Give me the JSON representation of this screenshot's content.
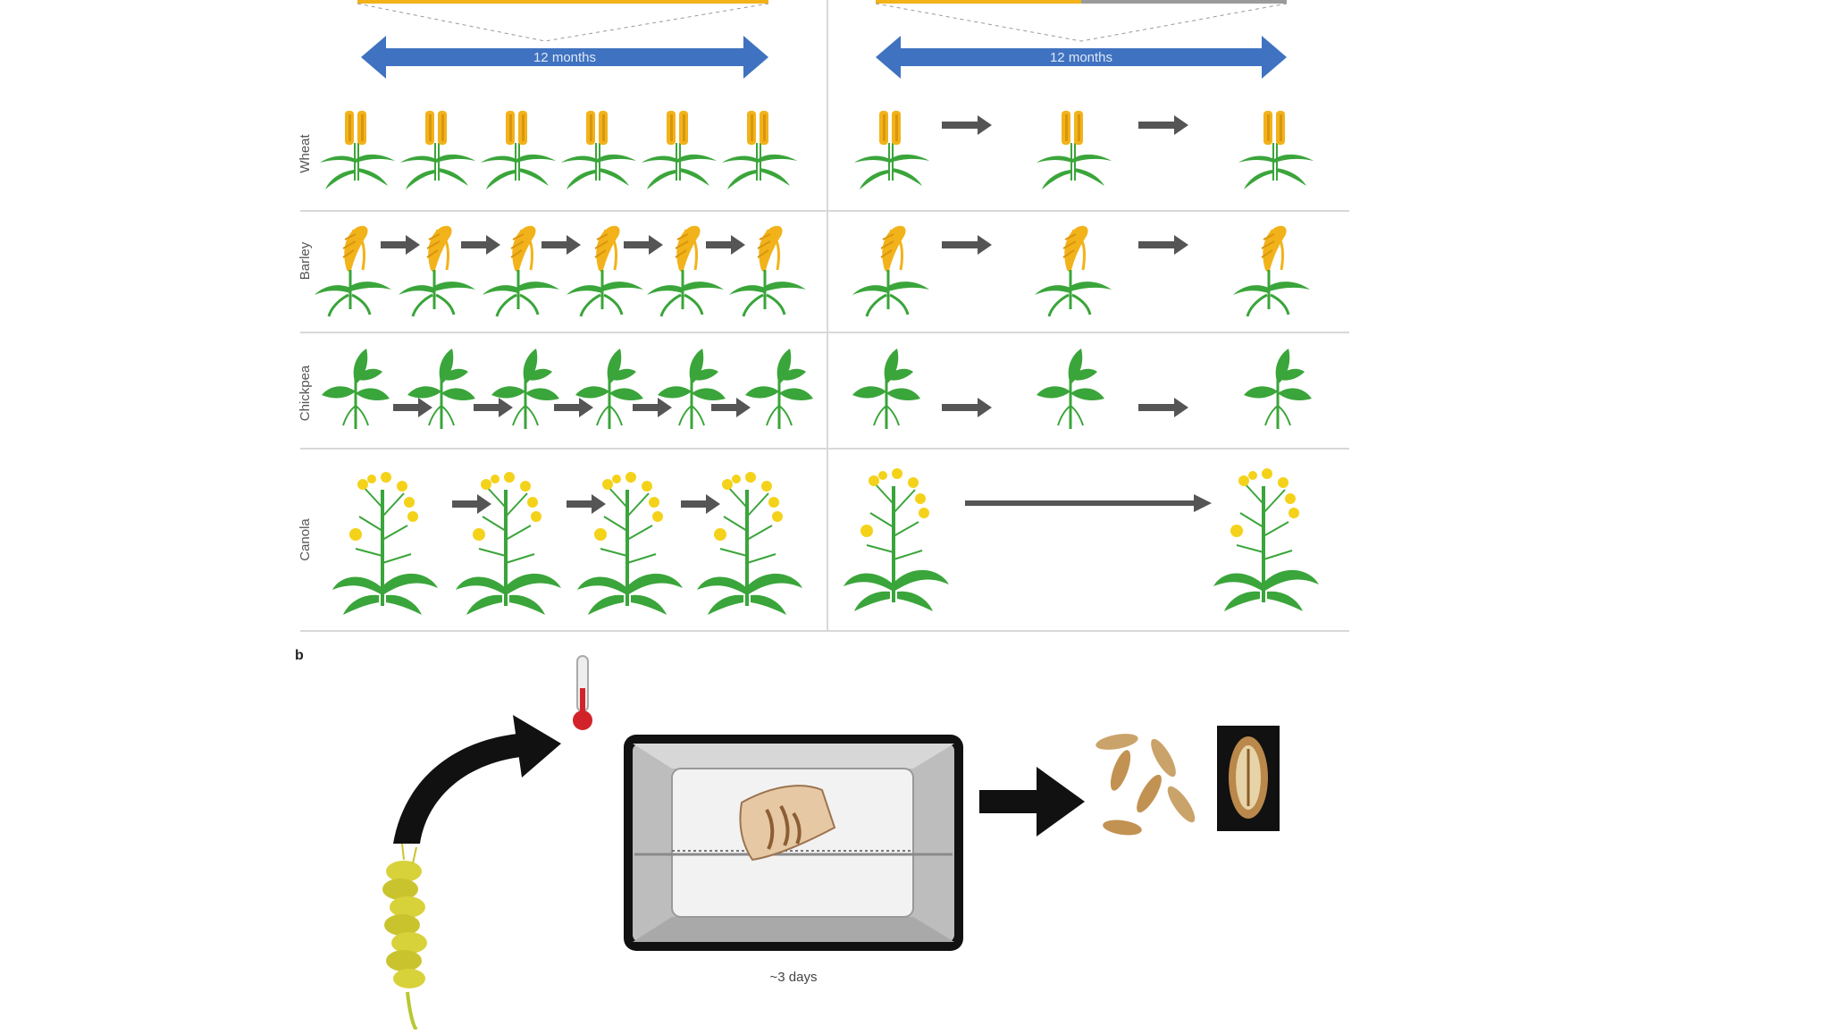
{
  "panel_a": {
    "duration_left": "12 months",
    "duration_right": "12 months",
    "crops": [
      {
        "label": "Wheat"
      },
      {
        "label": "Barley"
      },
      {
        "label": "Chickpea"
      },
      {
        "label": "Canola"
      }
    ]
  },
  "panel_b": {
    "label": "b",
    "oven_caption": "~3 days"
  },
  "colors": {
    "arrow_blue": "#3f72c0",
    "gold": "#f2b21a",
    "leaf_green": "#3aa53a",
    "arrow_grey": "#555555",
    "flower_yellow": "#f4d21a",
    "grain_tan": "#caa36a",
    "oven_grey": "#cfcfcf"
  }
}
